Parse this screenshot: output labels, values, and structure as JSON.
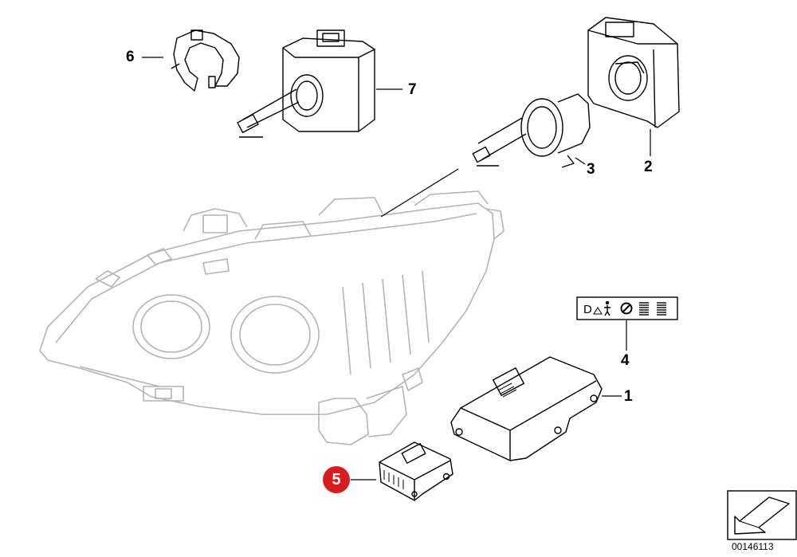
{
  "diagram": {
    "callouts": {
      "p1": "1",
      "p2": "2",
      "p3": "3",
      "p4": "4",
      "p5": "5",
      "p6": "6",
      "p7": "7"
    },
    "highlighted_part": "5",
    "diagram_id": "00146113"
  },
  "colors": {
    "line_art": "#000000",
    "ghost_line_art": "#b3b3b3",
    "highlight_badge": "#d91c1c"
  }
}
